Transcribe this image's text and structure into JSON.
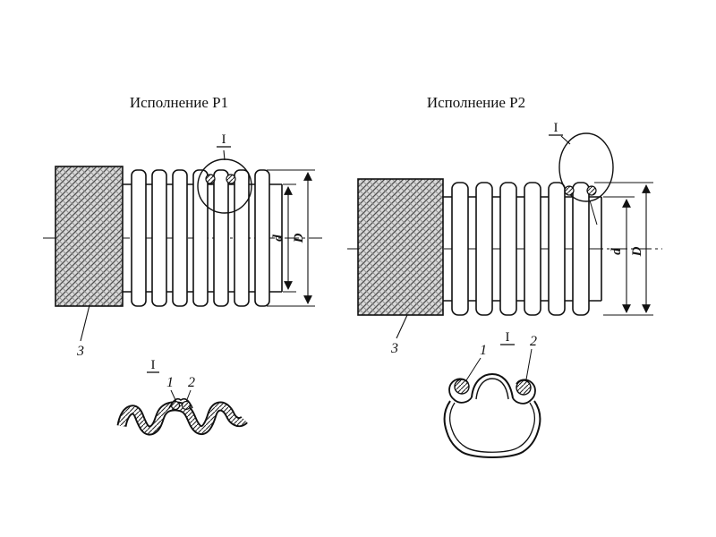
{
  "slide": {
    "left": {
      "title": "Исполнение Р1",
      "detail_ref": "I",
      "label_braid": "3",
      "dim_inner": "d",
      "dim_outer": "D",
      "detail_view": {
        "ref": "I",
        "label_seam": "1",
        "label_wire": "2"
      }
    },
    "right": {
      "title": "Исполнение Р2",
      "detail_ref": "I",
      "label_braid": "3",
      "dim_inner": "d",
      "dim_outer": "D",
      "detail_view": {
        "ref": "I",
        "label_seam": "1",
        "label_wire": "2"
      }
    }
  }
}
